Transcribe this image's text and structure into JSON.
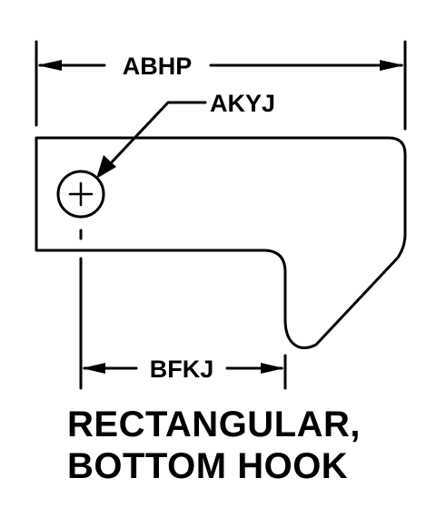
{
  "dimensions": {
    "overall_width": "ABHP",
    "hole": "AKYJ",
    "hook_offset": "BFKJ"
  },
  "caption": {
    "line1": "RECTANGULAR,",
    "line2": "BOTTOM HOOK"
  }
}
